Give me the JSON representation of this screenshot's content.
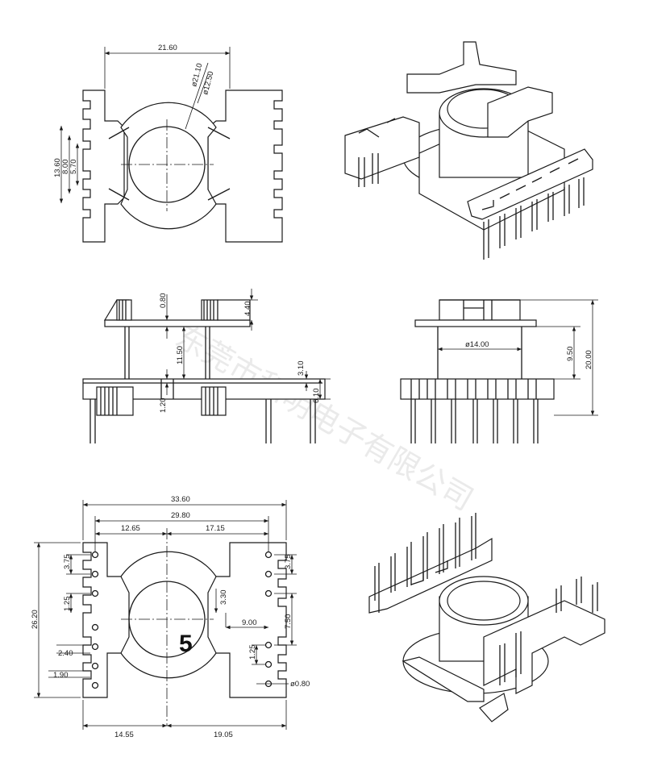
{
  "top_view": {
    "width": "21.60",
    "outer_diameter": "ø21.10",
    "inner_diameter": "ø12.50",
    "slot_h1": "13.60",
    "slot_h2": "8.00",
    "slot_h3": "5.70"
  },
  "front_view": {
    "flange_t": "0.80",
    "top_h": "4.40",
    "winding_h": "11.50",
    "base_gap": "1.20",
    "base_h1": "3.10",
    "base_h2": "6.10"
  },
  "side_view": {
    "core_dia": "ø14.00",
    "core_h": "9.50",
    "total_h": "20.00"
  },
  "bottom_view": {
    "overall_w": "33.60",
    "pin_span": "29.80",
    "left_off": "12.65",
    "right_off": "17.15",
    "height": "26.20",
    "pitch_l": "3.75",
    "pitch_r": "3.75",
    "gap_l": "1.25",
    "gap_r": "1.25",
    "h_offset": "3.30",
    "row_dist": "9.00",
    "v_dist": "7.50",
    "pin_pitch": "2.40",
    "edge": "1.90",
    "pin_dia": "ø0.80",
    "left_half": "14.55",
    "right_half": "19.05",
    "callout": "5"
  },
  "watermark": "东莞市和明电子有限公司"
}
